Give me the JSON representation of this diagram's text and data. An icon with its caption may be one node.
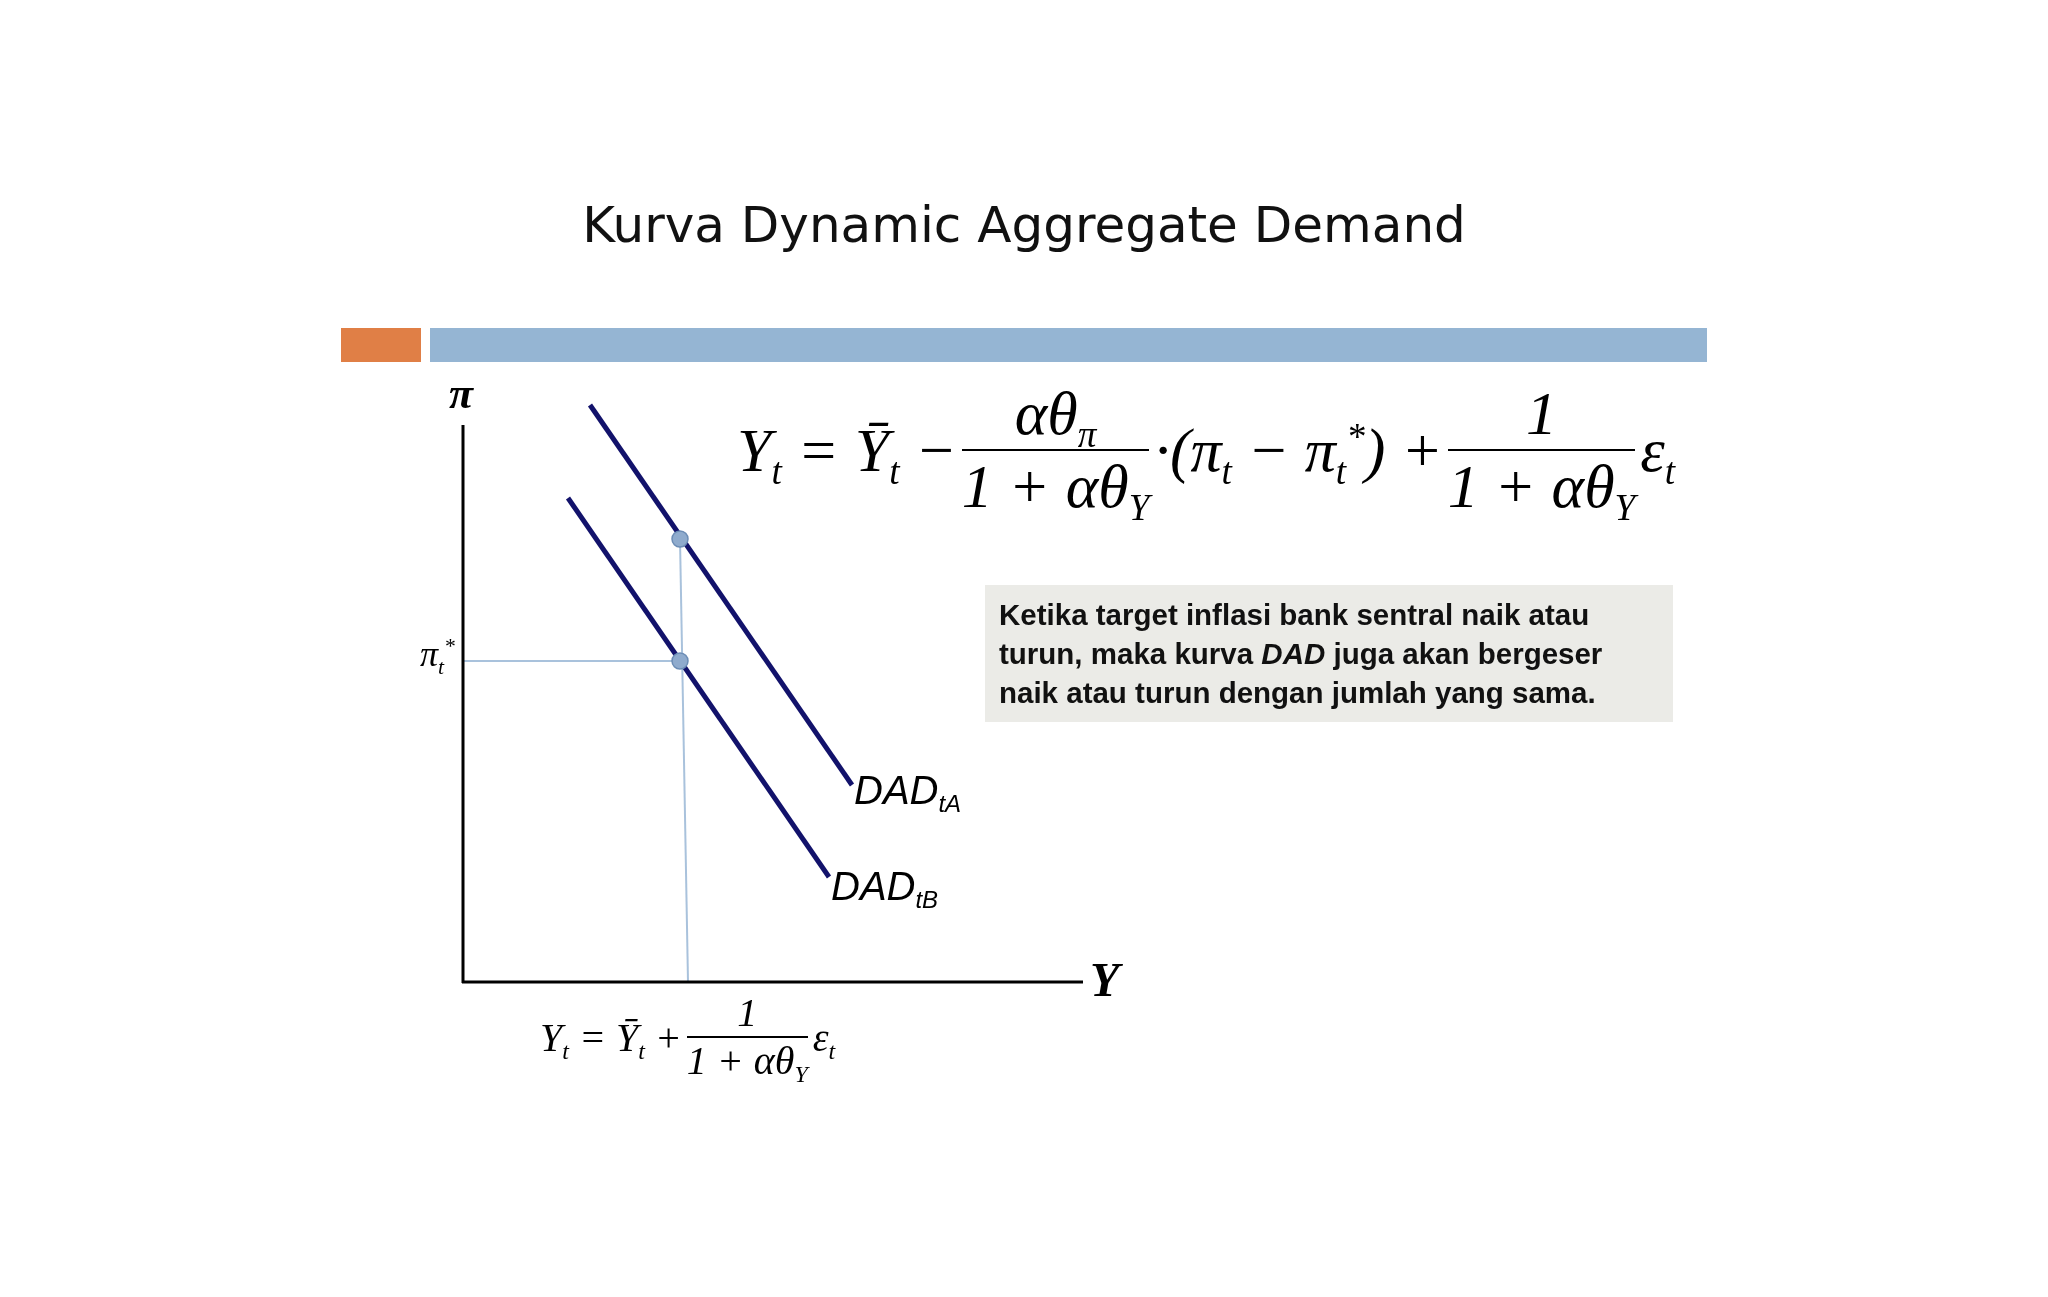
{
  "diagram": {
    "title": "Kurva Dynamic Aggregate Demand",
    "nodes": [
      {
        "text": [
          "Ketika target inflasi bank sentral naik atau turun, maka kurva *DAD* juga akan bergeser naik atau turun dengan jumlah yang sama."
        ]
      }
    ],
    "labels": [
      "π",
      "Y$_{t}$ = Ȳ$_{t}$ −",
      "αθ$_{π}$",
      "1 + αθ$_{Y}$",
      "·(π$_{t}$ − π$_{t}$$^{*}$) +",
      "1",
      "1 + αθ$_{Y}$",
      "ε$_{t}$",
      "π$_{t}$$^{*}$",
      "DAD$_{tA}$",
      "DAD$_{tB}$",
      "Y",
      "Y$_{t}$ = Ȳ$_{t}$ +",
      "1",
      "1 + αθ$_{Y}$",
      "ε$_{t}$"
    ]
  }
}
